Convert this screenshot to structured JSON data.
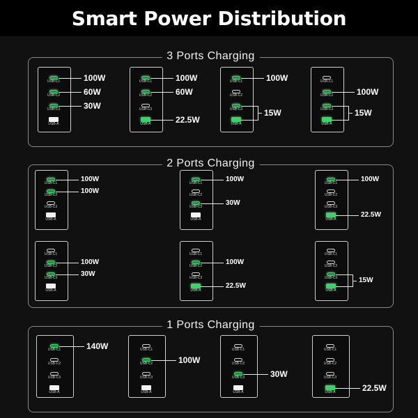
{
  "title": "Smart Power Distribution",
  "colors": {
    "active": "#3fd06a",
    "background": "#111111",
    "line": "#e8e8e8"
  },
  "port_labels": {
    "c1": "USB-C1",
    "c2": "USB-C2",
    "c3": "USB-C3",
    "a": "USB-A"
  },
  "sections": [
    {
      "title": "3 Ports Charging",
      "configs": [
        {
          "active": [
            "c1",
            "c2",
            "c3"
          ],
          "watts": {
            "c1": "100W",
            "c2": "60W",
            "c3": "30W"
          }
        },
        {
          "active": [
            "c1",
            "c2",
            "a"
          ],
          "watts": {
            "c1": "100W",
            "c2": "60W",
            "a": "22.5W"
          }
        },
        {
          "active": [
            "c1",
            "c3",
            "a"
          ],
          "watts": {
            "c1": "100W",
            "shared": "15W"
          }
        },
        {
          "active": [
            "c2",
            "c3",
            "a"
          ],
          "watts": {
            "c2": "100W",
            "shared": "15W"
          }
        }
      ]
    },
    {
      "title": "2 Ports Charging",
      "configs": [
        {
          "active": [
            "c1",
            "c2"
          ],
          "watts": {
            "c1": "100W",
            "c2": "100W"
          }
        },
        {
          "active": [
            "c1",
            "c3"
          ],
          "watts": {
            "c1": "100W",
            "c3": "30W"
          }
        },
        {
          "active": [
            "c1",
            "a"
          ],
          "watts": {
            "c1": "100W",
            "a": "22.5W"
          }
        },
        {
          "active": [
            "c2",
            "c3"
          ],
          "watts": {
            "c2": "100W",
            "c3": "30W"
          }
        },
        {
          "active": [
            "c2",
            "a"
          ],
          "watts": {
            "c2": "100W",
            "a": "22.5W"
          }
        },
        {
          "active": [
            "c3",
            "a"
          ],
          "watts": {
            "shared": "15W"
          }
        }
      ]
    },
    {
      "title": "1 Ports Charging",
      "configs": [
        {
          "active": [
            "c1"
          ],
          "watts": {
            "c1": "140W"
          }
        },
        {
          "active": [
            "c2"
          ],
          "watts": {
            "c2": "100W"
          }
        },
        {
          "active": [
            "c3"
          ],
          "watts": {
            "c3": "30W"
          }
        },
        {
          "active": [
            "a"
          ],
          "watts": {
            "a": "22.5W"
          }
        }
      ]
    }
  ]
}
